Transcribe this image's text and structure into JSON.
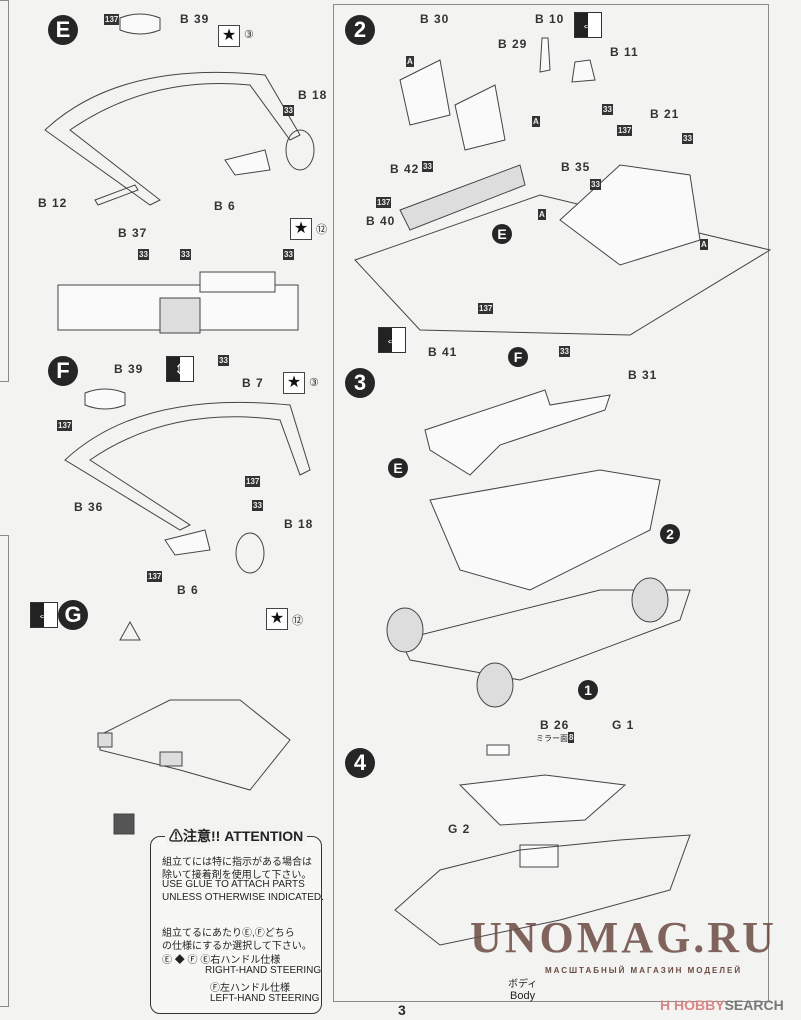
{
  "page": {
    "number": "3"
  },
  "sections": {
    "E": {
      "badge": "E",
      "labels": {
        "b39": "B 39",
        "b18": "B 18",
        "b12": "B 12",
        "b6": "B 6",
        "b37": "B 37"
      },
      "codes": [
        "137",
        "33"
      ],
      "star_refs": [
        "③",
        "⑫"
      ]
    },
    "dash": {
      "codes": [
        "33",
        "33",
        "33",
        "33"
      ]
    },
    "F": {
      "badge": "F",
      "labels": {
        "b39": "B 39",
        "b7": "B 7",
        "b36": "B 36",
        "b18": "B 18",
        "b6": "B 6"
      },
      "codes": [
        "137",
        "137",
        "33",
        "137"
      ],
      "star_refs": [
        "③",
        "⑫"
      ]
    },
    "G": {
      "badge": "G"
    },
    "step2": {
      "badge": "2",
      "labels": {
        "b30": "B 30",
        "b29": "B 29",
        "b10": "B 10",
        "b11": "B 11",
        "b21": "B 21",
        "b42": "B 42",
        "b35": "B 35",
        "b40": "B 40",
        "b41": "B 41",
        "b31": "B 31"
      },
      "markers": {
        "a": "A",
        "e": "E",
        "f": "F"
      },
      "codes": [
        "33",
        "33",
        "137",
        "33",
        "137",
        "33",
        "137",
        "33"
      ]
    },
    "step3": {
      "badge": "3",
      "markers": {
        "e": "E",
        "two": "2",
        "one": "1"
      }
    },
    "step4": {
      "badge": "4",
      "labels": {
        "b26": "B 26",
        "mirror": "ミラー面",
        "mirror_code": "8",
        "g1": "G 1",
        "g2": "G 2",
        "body_jp": "ボディ",
        "body_en": "Body"
      }
    }
  },
  "attention": {
    "title": "⚠注意!! ATTENTION",
    "lines": [
      "組立てには特に指示がある場合は",
      "除いて接着剤を使用して下さい。",
      "USE GLUE TO ATTACH PARTS",
      "UNLESS OTHERWISE INDICATED.",
      "組立てるにあたりⒺ,Ⓕどちら",
      "の仕様にするか選択して下さい。",
      "Ⓔ ◆ Ⓕ  Ⓔ右ハンドル仕様",
      "RIGHT-HAND STEERING",
      "Ⓕ左ハンドル仕様",
      "LEFT-HAND STEERING"
    ]
  },
  "watermark": {
    "title": "UNOMAG.RU",
    "subtitle": "МАСШТАБНЫЙ МАГАЗИН МОДЕЛЕЙ",
    "source_badge": "H",
    "source": "HOBBY",
    "source2": "SEARCH"
  },
  "icons": {
    "star": "★",
    "swap": "⇔",
    "updown": "⇕",
    "warning": "⚠"
  }
}
